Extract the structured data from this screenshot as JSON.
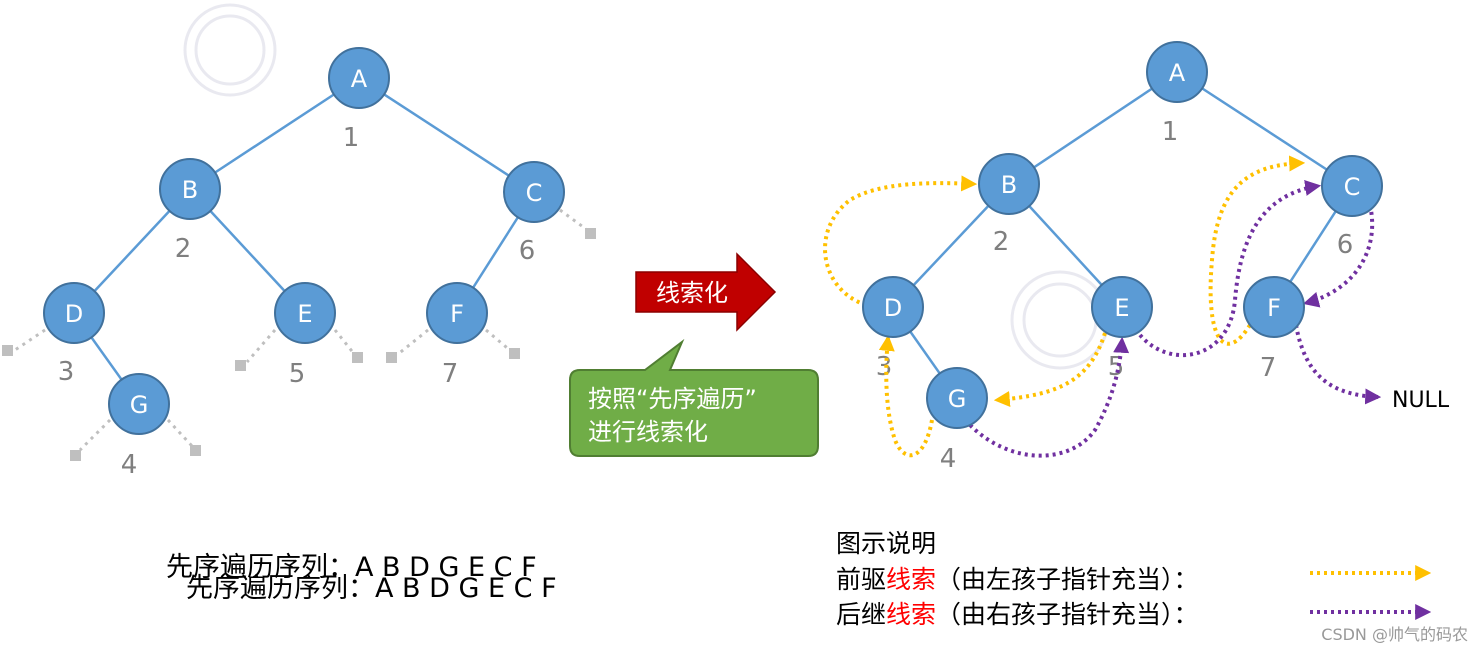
{
  "left_tree": {
    "nodes": [
      "A",
      "B",
      "C",
      "D",
      "E",
      "F",
      "G"
    ],
    "order_numbers": [
      "1",
      "2",
      "6",
      "3",
      "5",
      "7",
      "4"
    ]
  },
  "right_tree": {
    "nodes": [
      "A",
      "B",
      "C",
      "D",
      "E",
      "F",
      "G"
    ],
    "order_numbers": [
      "1",
      "2",
      "6",
      "3",
      "5",
      "7",
      "4"
    ],
    "null_label": "NULL"
  },
  "arrow_label": "线索化",
  "callout_text": [
    "按照“先序遍历”",
    "进行线索化"
  ],
  "sequence": {
    "prefix": "先序遍历序列：",
    "value": "A B D G E C F"
  },
  "legend": {
    "title": "图示说明",
    "pred_prefix": "前驱",
    "pred_highlight": "线索",
    "pred_suffix": "（由左孩子指针充当）：",
    "succ_prefix": "后继",
    "succ_highlight": "线索",
    "succ_suffix": "（由右孩子指针充当）："
  },
  "watermark_text": "CSDN @帅气的码农",
  "colors": {
    "node_fill": "#5b9bd5",
    "edge": "#5b9bd5",
    "predecessor_thread": "#ffc000",
    "successor_thread": "#7030a0",
    "highlight_text": "#ff0000",
    "arrow_fill": "#c00000",
    "callout_fill": "#70ad47"
  }
}
